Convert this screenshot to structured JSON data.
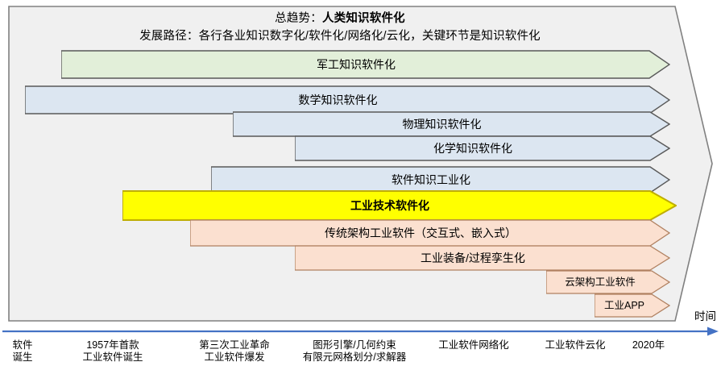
{
  "header": {
    "overall_trend_label": "总趋势：",
    "overall_trend_value": "人类知识软件化",
    "path_label": "发展路径：",
    "path_value": "各行各业知识数字化/软件化/网络化/云化，关键环节是知识软件化"
  },
  "axis": {
    "caption": "时间",
    "ticks": [
      {
        "line1": "软件",
        "line2": "诞生"
      },
      {
        "line1": "1957年首款",
        "line2": "工业软件诞生"
      },
      {
        "line1": "第三次工业革命",
        "line2": "工业软件爆发"
      },
      {
        "line1": "图形引擎/几何约束",
        "line2": "有限元网格划分/求解器"
      },
      {
        "line1": "工业软件网络化",
        "line2": ""
      },
      {
        "line1": "工业软件云化",
        "line2": ""
      },
      {
        "line1": "2020年",
        "line2": ""
      }
    ]
  },
  "bars": [
    {
      "label": "军工知识软件化",
      "color": "green"
    },
    {
      "label": "数学知识软件化",
      "color": "blue"
    },
    {
      "label": "物理知识软件化",
      "color": "blue"
    },
    {
      "label": "化学知识软件化",
      "color": "blue"
    },
    {
      "label": "软件知识工业化",
      "color": "blue"
    },
    {
      "label": "工业技术软件化",
      "color": "yellow"
    },
    {
      "label": "传统架构工业软件（交互式、嵌入式）",
      "color": "peach"
    },
    {
      "label": "工业装备/过程孪生化",
      "color": "peach"
    },
    {
      "label": "云架构工业软件",
      "color": "peach"
    },
    {
      "label": "工业APP",
      "color": "peach"
    }
  ],
  "colors": {
    "green_fill": "#e2efd9",
    "blue_fill": "#dce6f1",
    "peach_fill": "#fbe0d0",
    "yellow_fill": "#ffff00",
    "container_fill": "#f0f0f0",
    "stroke": "#595959",
    "yellow_stroke": "#bfae00",
    "axis_blue": "#4472c4"
  }
}
